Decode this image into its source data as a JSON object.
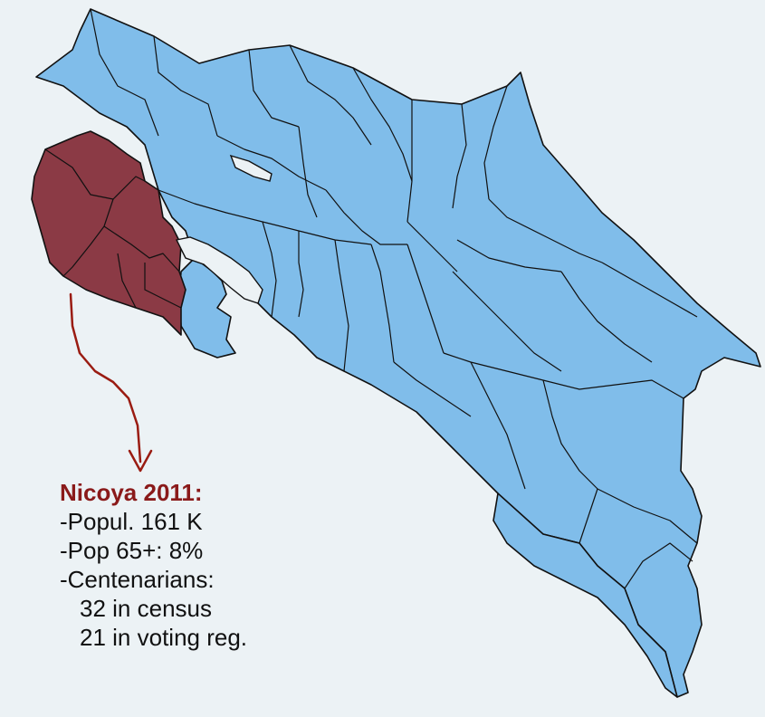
{
  "colors": {
    "background": "#ecf2f5",
    "land": "#80bdea",
    "highlight": "#8b3a45",
    "border": "#111111",
    "arrow": "#9a1c12"
  },
  "annotation": {
    "title": "Nicoya 2011:",
    "lines": [
      "-Popul. 161 K",
      "-Pop 65+: 8%",
      "-Centenarians:",
      "32 in census",
      "21 in voting reg."
    ]
  }
}
